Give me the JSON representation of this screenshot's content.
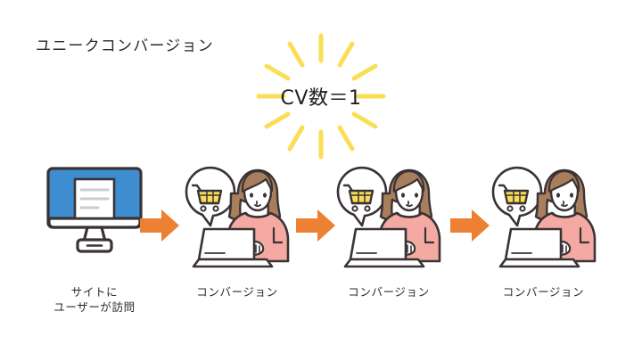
{
  "page": {
    "title": "ユニークコンバージョン",
    "background_color": "#ffffff"
  },
  "burst": {
    "label": "CV数＝1",
    "ray_color": "#fade55",
    "ray_count": 12,
    "icon": "starburst-icon"
  },
  "palette": {
    "orange_arrow": "#ed8033",
    "monitor_blue": "#3d8dd0",
    "sweater_pink": "#f4aaa2",
    "hair_brown": "#a87e5c",
    "skin": "#ffffff",
    "outline": "#3a3336",
    "cart_yellow": "#f7dd57",
    "doc_line_gray": "#c9cdd1"
  },
  "flow": {
    "stages": [
      {
        "id": "site-visit",
        "icon": "monitor-icon",
        "caption": "サイトに\nユーザーが訪問"
      },
      {
        "id": "conversion-1",
        "icon": "person-laptop-cart-icon",
        "caption": "コンバージョン"
      },
      {
        "id": "conversion-2",
        "icon": "person-laptop-cart-icon",
        "caption": "コンバージョン"
      },
      {
        "id": "conversion-3",
        "icon": "person-laptop-cart-icon",
        "caption": "コンバージョン"
      }
    ],
    "arrows": [
      {
        "id": "arrow-1",
        "icon": "arrow-right-icon"
      },
      {
        "id": "arrow-2",
        "icon": "arrow-right-icon"
      },
      {
        "id": "arrow-3",
        "icon": "arrow-right-icon"
      }
    ]
  }
}
